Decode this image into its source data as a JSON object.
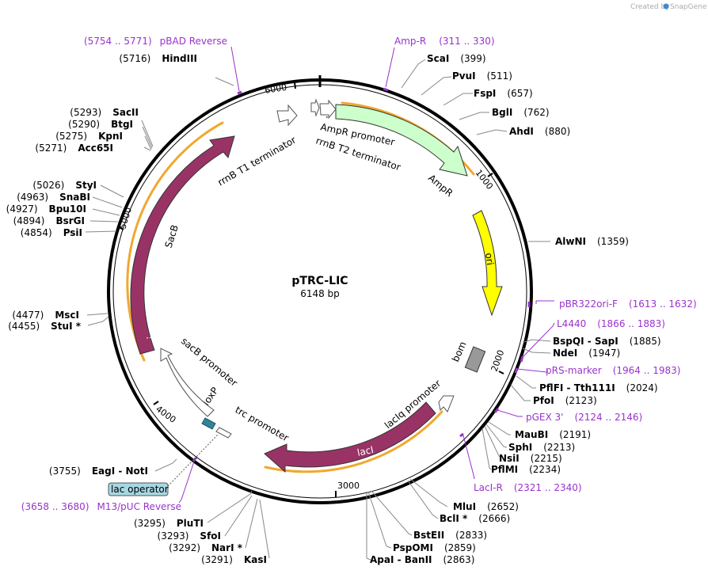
{
  "header": {
    "created_by": "Created by",
    "brand": "SnapGene"
  },
  "plasmid": {
    "name": "pTRC-LIC",
    "size": "6148 bp",
    "total_bp": 6148
  },
  "ticks": [
    {
      "bp": 0,
      "label": ""
    },
    {
      "bp": 1000,
      "label": "1000"
    },
    {
      "bp": 2000,
      "label": "2000"
    },
    {
      "bp": 3000,
      "label": "3000"
    },
    {
      "bp": 4000,
      "label": "4000"
    },
    {
      "bp": 5000,
      "label": "5000"
    },
    {
      "bp": 6000,
      "label": "6000"
    }
  ],
  "features": [
    {
      "name": "AmpR",
      "kind": "cds",
      "color": "#ccffcc"
    },
    {
      "name": "ori",
      "kind": "origin",
      "color": "#ffff00"
    },
    {
      "name": "lacI",
      "kind": "cds",
      "color": "#993366"
    },
    {
      "name": "SacB",
      "kind": "cds",
      "color": "#993366"
    },
    {
      "name": "bom",
      "kind": "misc",
      "color": "#999999"
    },
    {
      "name": "AmpR promoter",
      "kind": "promoter",
      "color": "#ffffff"
    },
    {
      "name": "rrnB T2 terminator",
      "kind": "terminator",
      "color": "#ffffff"
    },
    {
      "name": "rrnB T1 terminator",
      "kind": "terminator",
      "color": "#ffffff"
    },
    {
      "name": "sacB promoter",
      "kind": "promoter",
      "color": "#ffffff"
    },
    {
      "name": "loxP",
      "kind": "misc",
      "color": "#31849b"
    },
    {
      "name": "trc promoter",
      "kind": "promoter",
      "color": "#ffffff"
    },
    {
      "name": "lacIq promoter",
      "kind": "promoter",
      "color": "#ffffff"
    },
    {
      "name": "lac operator",
      "kind": "operator",
      "color": "#a6d8e3"
    }
  ],
  "enzymes_right": [
    {
      "name": "ScaI",
      "pos": "(399)"
    },
    {
      "name": "PvuI",
      "pos": "(511)"
    },
    {
      "name": "FspI",
      "pos": "(657)"
    },
    {
      "name": "BglI",
      "pos": "(762)"
    },
    {
      "name": "AhdI",
      "pos": "(880)"
    },
    {
      "name": "AlwNI",
      "pos": "(1359)"
    },
    {
      "name": "BspQI - SapI",
      "pos": "(1885)"
    },
    {
      "name": "NdeI",
      "pos": "(1947)"
    },
    {
      "name": "PflFI - Tth111I",
      "pos": "(2024)"
    },
    {
      "name": "PfoI",
      "pos": "(2123)"
    },
    {
      "name": "MauBI",
      "pos": "(2191)"
    },
    {
      "name": "SphI",
      "pos": "(2213)"
    },
    {
      "name": "NsiI",
      "pos": "(2215)"
    },
    {
      "name": "PflMI",
      "pos": "(2234)"
    },
    {
      "name": "MluI",
      "pos": "(2652)"
    },
    {
      "name": "BclI *",
      "pos": "(2666)"
    },
    {
      "name": "BstEII",
      "pos": "(2833)"
    },
    {
      "name": "PspOMI",
      "pos": "(2859)"
    },
    {
      "name": "ApaI - BanII",
      "pos": "(2863)"
    }
  ],
  "enzymes_left": [
    {
      "name": "HindIII",
      "pos": "(5716)"
    },
    {
      "name": "SacII",
      "pos": "(5293)"
    },
    {
      "name": "BtgI",
      "pos": "(5290)"
    },
    {
      "name": "KpnI",
      "pos": "(5275)"
    },
    {
      "name": "Acc65I",
      "pos": "(5271)"
    },
    {
      "name": "StyI",
      "pos": "(5026)"
    },
    {
      "name": "SnaBI",
      "pos": "(4963)"
    },
    {
      "name": "Bpu10I",
      "pos": "(4927)"
    },
    {
      "name": "BsrGI",
      "pos": "(4894)"
    },
    {
      "name": "PsiI",
      "pos": "(4854)"
    },
    {
      "name": "MscI",
      "pos": "(4477)"
    },
    {
      "name": "StuI *",
      "pos": "(4455)"
    },
    {
      "name": "EagI - NotI",
      "pos": "(3755)"
    },
    {
      "name": "PluTI",
      "pos": "(3295)"
    },
    {
      "name": "SfoI",
      "pos": "(3293)"
    },
    {
      "name": "NarI *",
      "pos": "(3292)"
    },
    {
      "name": "KasI",
      "pos": "(3291)"
    }
  ],
  "primers": [
    {
      "name": "pBAD Reverse",
      "range": "(5754 .. 5771)"
    },
    {
      "name": "Amp-R",
      "range": "(311 .. 330)"
    },
    {
      "name": "pBR322ori-F",
      "range": "(1613 .. 1632)"
    },
    {
      "name": "L4440",
      "range": "(1866 .. 1883)"
    },
    {
      "name": "pRS-marker",
      "range": "(1964 .. 1983)"
    },
    {
      "name": "pGEX 3'",
      "range": "(2124 .. 2146)"
    },
    {
      "name": "LacI-R",
      "range": "(2321 .. 2340)"
    },
    {
      "name": "M13/pUC Reverse",
      "range": "(3658 .. 3680)"
    }
  ],
  "colors": {
    "primer": "#9933cc",
    "backbone": "#000000",
    "orf_outline": "#f0a830"
  }
}
